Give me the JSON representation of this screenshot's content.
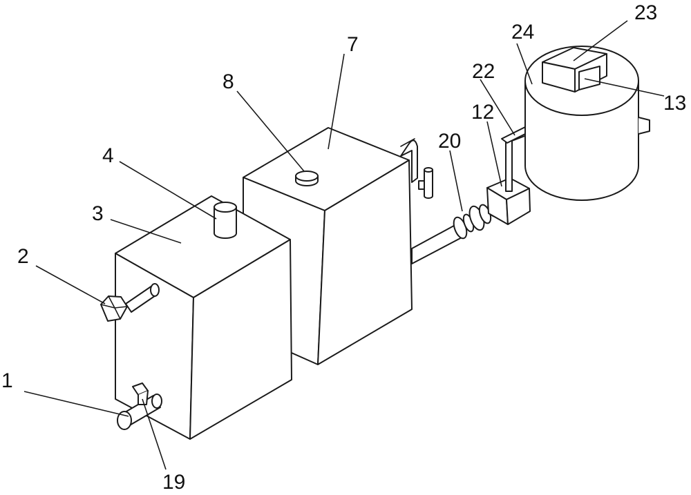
{
  "labels": {
    "l1": "1",
    "l2": "2",
    "l3": "3",
    "l4": "4",
    "l7": "7",
    "l8": "8",
    "l12": "12",
    "l13": "13",
    "l19": "19",
    "l20": "20",
    "l22": "22",
    "l23": "23",
    "l24": "24"
  }
}
